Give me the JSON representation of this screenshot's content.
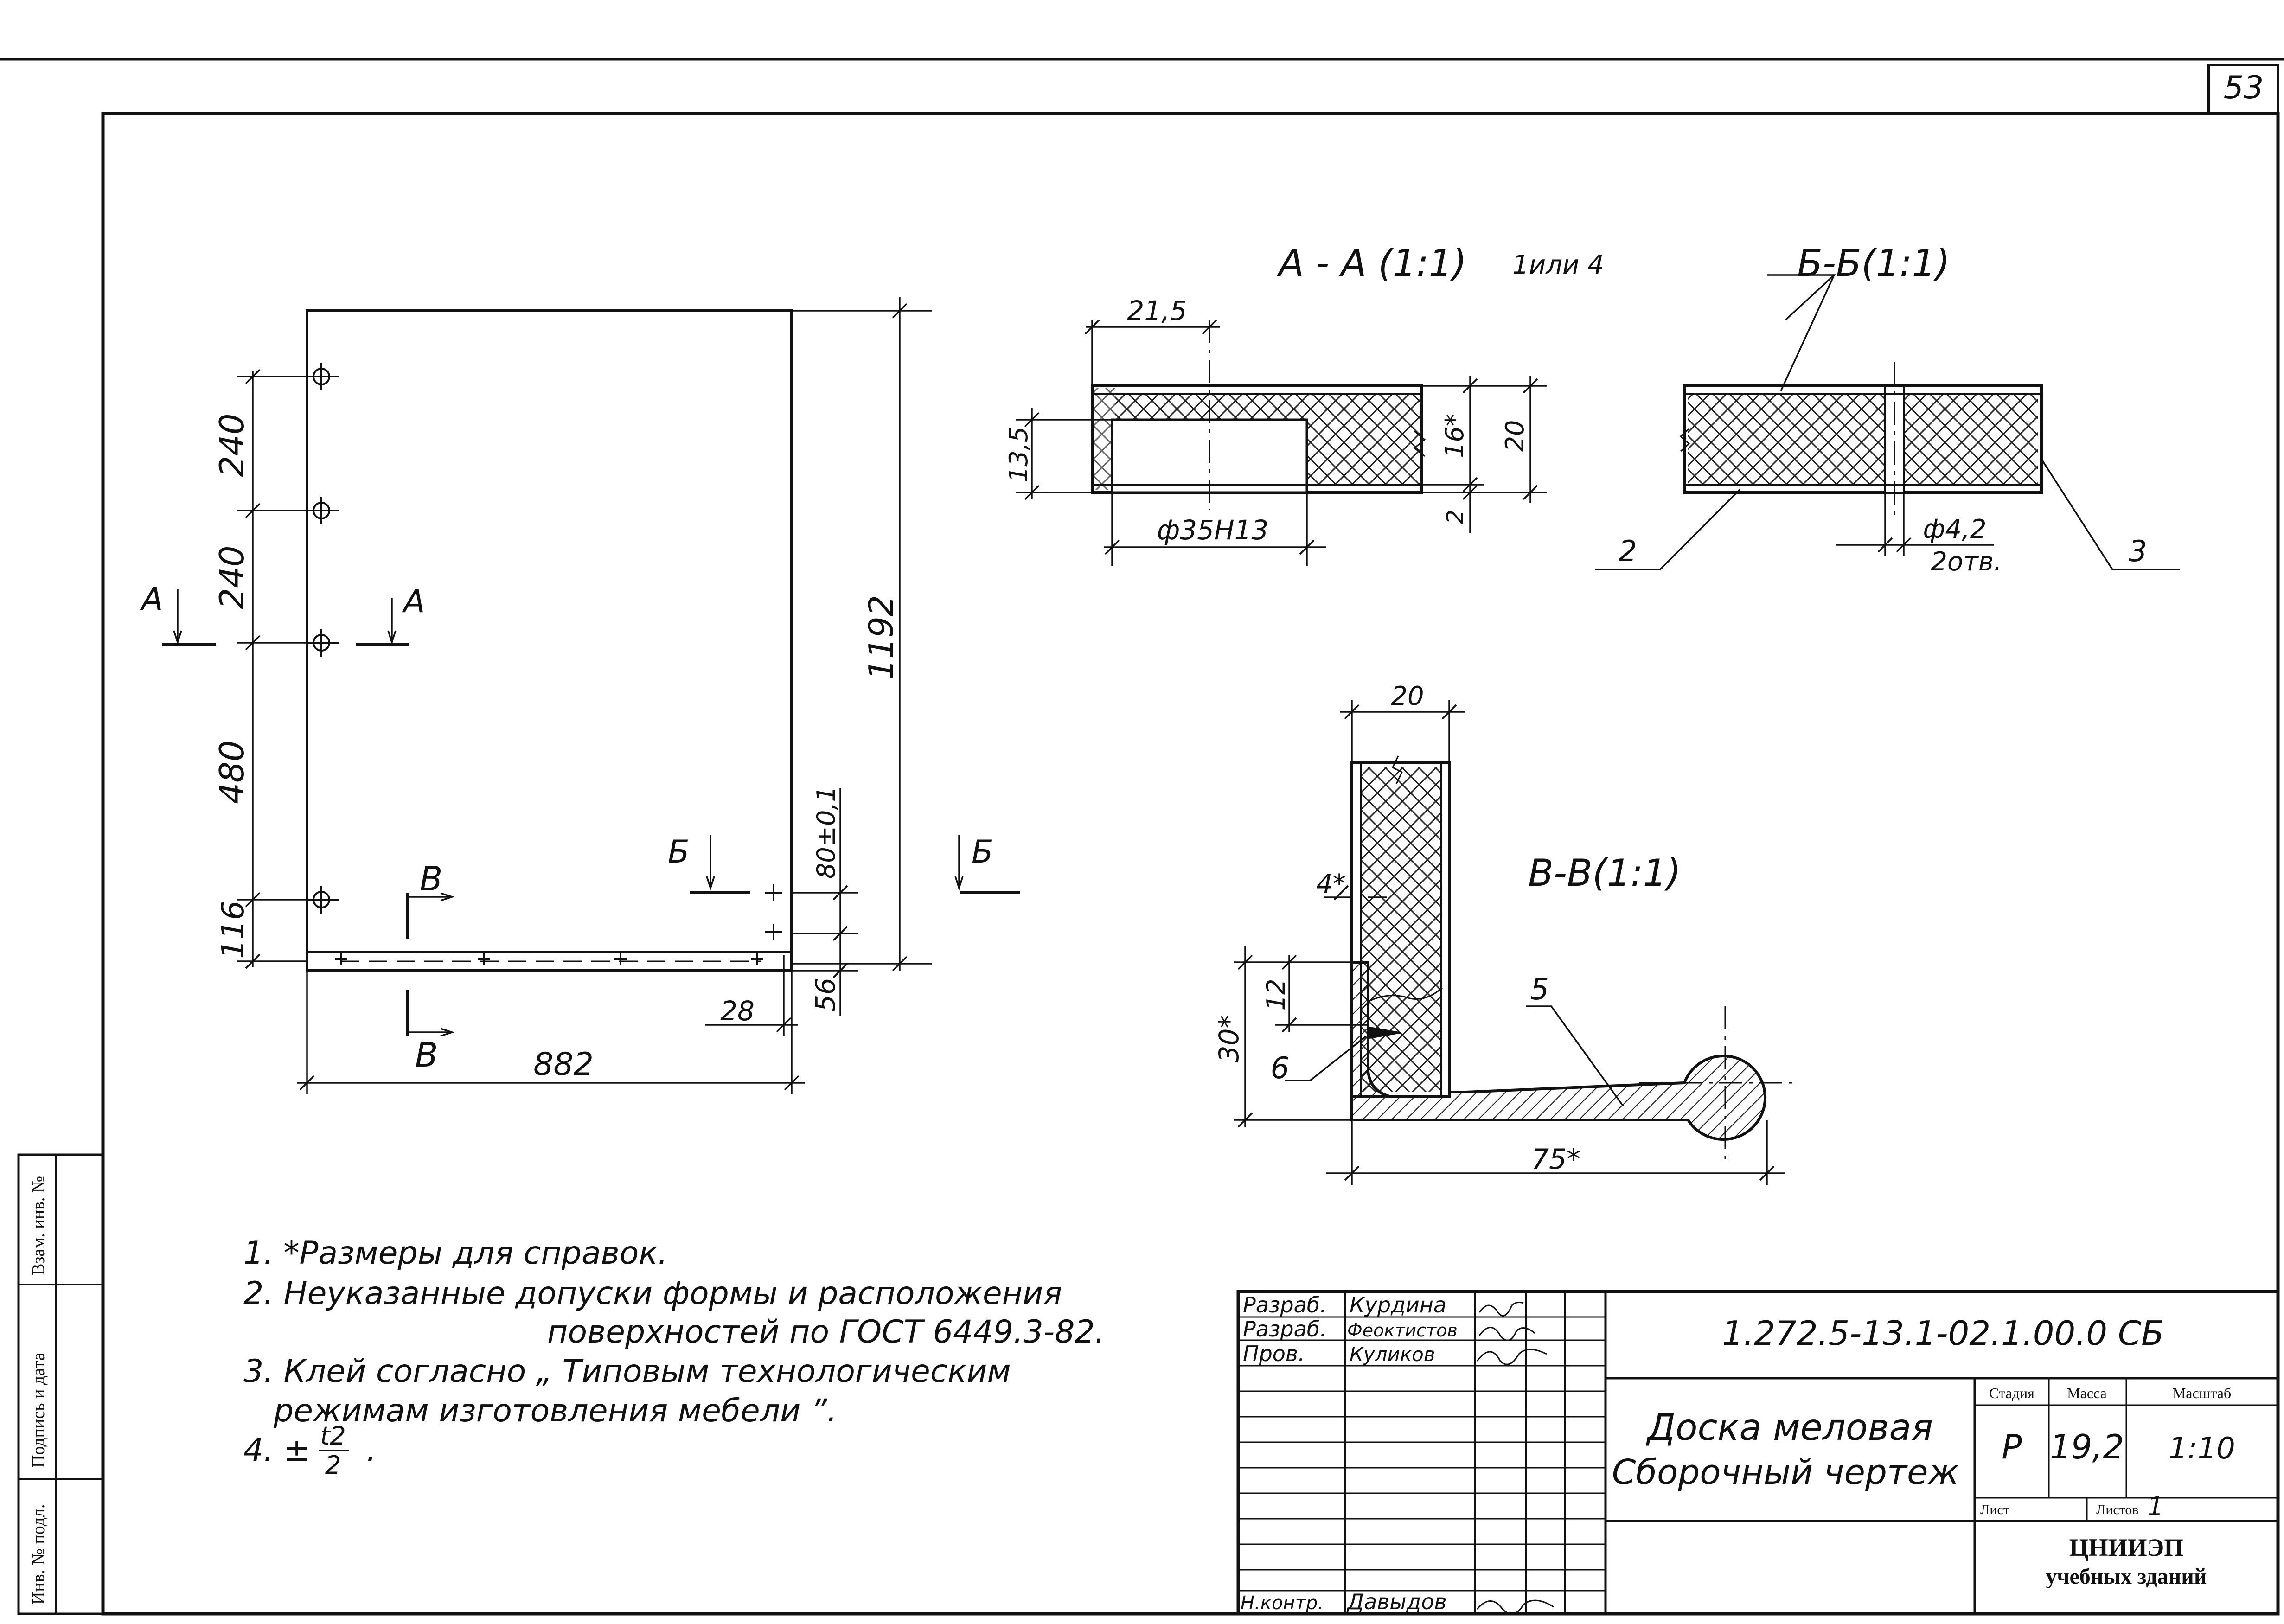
{
  "sheet": {
    "page_number": "53",
    "side_stamp": [
      "Взам. инв. №",
      "Подпись и дата",
      "Инв. № подл."
    ]
  },
  "views": {
    "front": {
      "dim_left": [
        "240",
        "240",
        "480",
        "116"
      ],
      "height": "1192",
      "width": "882",
      "dim_right": [
        "80±0,1",
        "56",
        "28"
      ],
      "cut_a": "А",
      "cut_b": "Б",
      "cut_v": "В"
    },
    "section_aa": {
      "title": "А - А (1:1)",
      "dims": [
        "21,5",
        "13,5",
        "ф35Н13",
        "16*",
        "20",
        "2"
      ]
    },
    "section_bb": {
      "title": "Б-Б(1:1)",
      "callout": "1или 4",
      "dims": [
        "ф4,2",
        "2отв."
      ],
      "pos": [
        "2",
        "3"
      ]
    },
    "section_vv": {
      "title": "В-В(1:1)",
      "dims": [
        "20",
        "4*",
        "12",
        "30*",
        "75*"
      ],
      "pos": [
        "5",
        "6"
      ]
    }
  },
  "notes": [
    "1. *Размеры для справок.",
    "2. Неуказанные допуски формы и расположения",
    "поверхностей по ГОСТ 6449.3-82.",
    "3. Клей согласно „ Типовым технологическим",
    "режимам изготовления мебели ”.",
    "4. ±"
  ],
  "note4_fraction": [
    "t2",
    "2"
  ],
  "title_block": {
    "roles": [
      "Разраб.",
      "Разраб.",
      "Пров.",
      "Н.контр."
    ],
    "names": [
      "Курдина",
      "Феоктистов",
      "Куликов",
      "Давыдов"
    ],
    "doc_code": "1.272.5-13.1-02.1.00.0 СБ",
    "item_name": [
      "Доска меловая",
      "Сборочный чертеж"
    ],
    "headers": [
      "Стадия",
      "Масса",
      "Масштаб"
    ],
    "stage": "Р",
    "mass": "19,2",
    "scale": "1:10",
    "sheet_label": "Лист",
    "sheets_label": "Листов",
    "sheets_total": "1",
    "org": [
      "ЦНИИЭП",
      "учебных зданий"
    ]
  }
}
